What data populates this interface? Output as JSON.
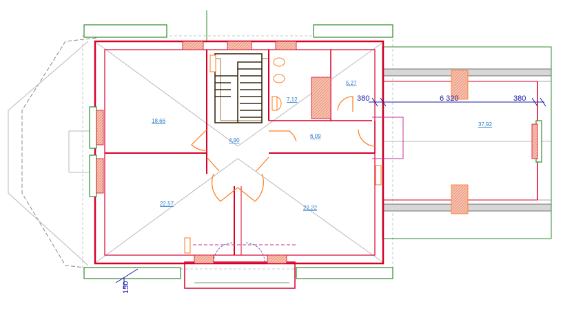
{
  "drawing": {
    "rooms": [
      {
        "id": "room-1",
        "area": "18,66"
      },
      {
        "id": "room-2",
        "area": "4,90"
      },
      {
        "id": "room-3",
        "area": "7,12"
      },
      {
        "id": "room-4",
        "area": "5,27"
      },
      {
        "id": "room-5",
        "area": "6,09"
      },
      {
        "id": "room-6",
        "area": "22,57"
      },
      {
        "id": "room-7",
        "area": "22,22"
      },
      {
        "id": "room-8",
        "area": "37,92"
      }
    ],
    "dimensions": {
      "left_offset": "380",
      "span": "6 320",
      "right_offset": "380",
      "wall_offset": "150"
    },
    "colors": {
      "wall": "#d8002a",
      "window_frame": "#2e8b2e",
      "hatch": "#f4a58a",
      "dimension": "#1a1aa8",
      "roof_line": "#b8b8b8",
      "door": "#ff7a1a",
      "area_text": "#2a7bc8",
      "stair": "#3a2a14"
    }
  }
}
